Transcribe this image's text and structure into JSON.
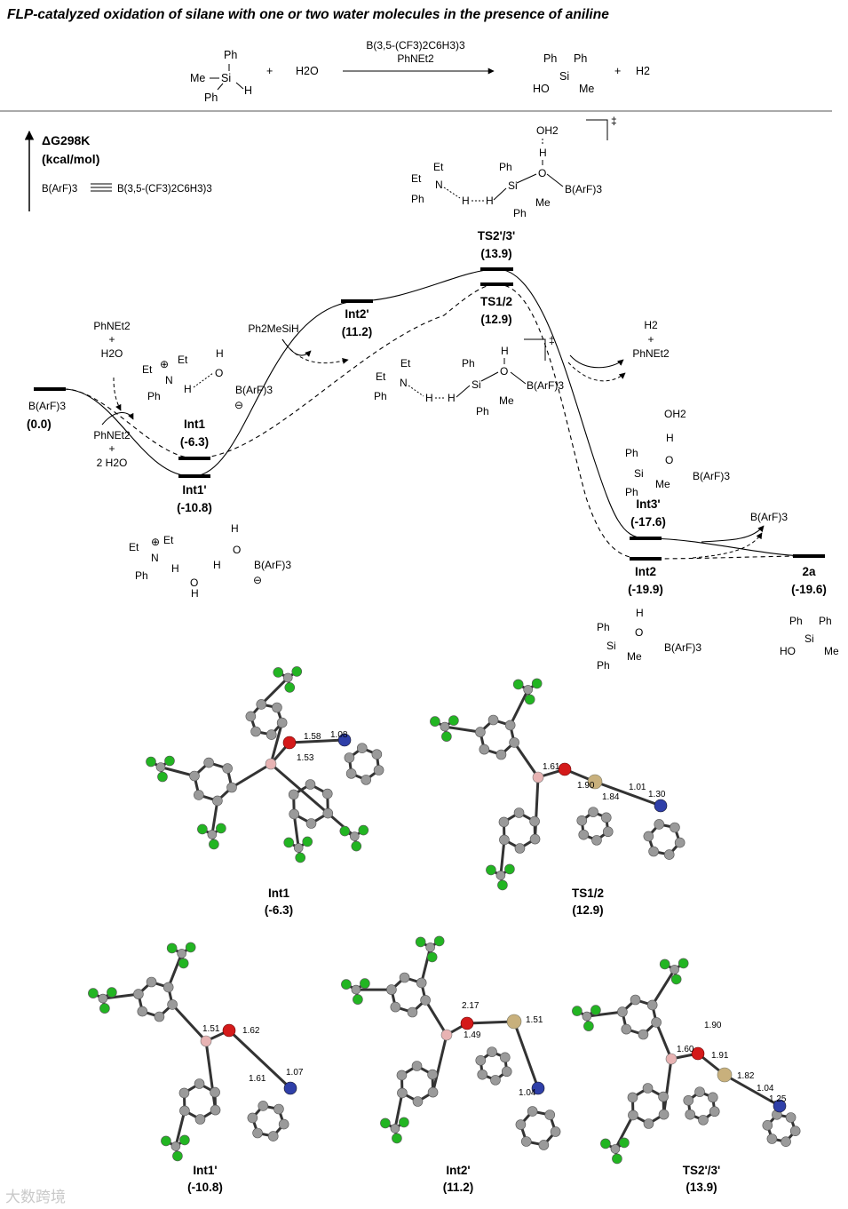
{
  "title": "FLP-catalyzed oxidation of silane with one or two water molecules in the presence of aniline",
  "reaction": {
    "reactant_silane": {
      "top": "Ph",
      "left": "Me",
      "center": "Si",
      "right": "H",
      "bottom": "Ph"
    },
    "plus1": "+",
    "water": "H2O",
    "catalyst_line1": "B(3,5-(CF3)2C6H3)3",
    "catalyst_line2": "PhNEt2",
    "product_silanol": {
      "top_left": "Ph",
      "top_right": "Ph",
      "left": "HO",
      "center": "Si",
      "right": "Me"
    },
    "plus2": "+",
    "h2": "H2"
  },
  "axis": {
    "label": "ΔG298K",
    "unit": "(kcal/mol)",
    "legend_left": "B(ArF)3",
    "legend_right": "B(3,5-(CF3)2C6H3)3"
  },
  "levels": [
    {
      "id": "BArF3",
      "label": "B(ArF)3",
      "value": "(0.0)"
    },
    {
      "id": "Int1",
      "label": "Int1",
      "value": "(-6.3)"
    },
    {
      "id": "Int1p",
      "label": "Int1'",
      "value": "(-10.8)"
    },
    {
      "id": "Int2p",
      "label": "Int2'",
      "value": "(11.2)"
    },
    {
      "id": "TS2p3p",
      "label": "TS2'/3'",
      "value": "(13.9)"
    },
    {
      "id": "TS12",
      "label": "TS1/2",
      "value": "(12.9)"
    },
    {
      "id": "Int3p",
      "label": "Int3'",
      "value": "(-17.6)"
    },
    {
      "id": "Int2",
      "label": "Int2",
      "value": "(-19.9)"
    },
    {
      "id": "2a",
      "label": "2a",
      "value": "(-19.6)"
    }
  ],
  "side_labels": {
    "reagent_top_1": "PhNEt2",
    "reagent_top_plus": "+",
    "reagent_top_2": "H2O",
    "reagent_bottom_1": "PhNEt2",
    "reagent_bottom_plus": "+",
    "reagent_bottom_2": "2 H2O",
    "silane_in": "Ph2MeSiH",
    "h2_out": "H2",
    "h2_plus": "+",
    "amine_out": "PhNEt2",
    "borane_out": "B(ArF)3",
    "dagger": "‡"
  },
  "structure_labels": {
    "Et": "Et",
    "N": "N",
    "Ph": "Ph",
    "H": "H",
    "O": "O",
    "Si": "Si",
    "Me": "Me",
    "OH2": "OH2",
    "BArF3": "B(ArF)3",
    "HO": "HO",
    "plus": "⊕",
    "minus": "⊖"
  },
  "figures": [
    {
      "label": "Int1",
      "value": "(-6.3)",
      "distances": [
        "1.58",
        "1.08",
        "1.53"
      ]
    },
    {
      "label": "TS1/2",
      "value": "(12.9)",
      "distances": [
        "1.61",
        "1.90",
        "1.84",
        "1.01",
        "1.30"
      ]
    },
    {
      "label": "Int1'",
      "value": "(-10.8)",
      "distances": [
        "1.51",
        "1.62",
        "1.61",
        "1.07"
      ]
    },
    {
      "label": "Int2'",
      "value": "(11.2)",
      "distances": [
        "2.17",
        "1.49",
        "1.51",
        "1.04"
      ]
    },
    {
      "label": "TS2'/3'",
      "value": "(13.9)",
      "distances": [
        "1.90",
        "1.60",
        "1.91",
        "1.82",
        "1.04",
        "1.25"
      ]
    }
  ],
  "watermark": "大数跨境",
  "colors": {
    "fluorine": "#22b522",
    "carbon": "#9a9a9a",
    "oxygen": "#d41a1a",
    "nitrogen": "#2f3fa8",
    "boron": "#e8b3b3",
    "silicon": "#c8b07c",
    "hydrogen": "#e6e6e6"
  }
}
